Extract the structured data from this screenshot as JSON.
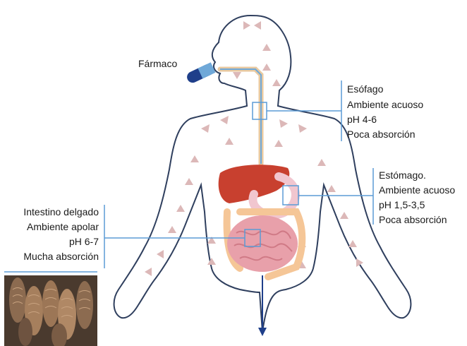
{
  "drug_label": "Fármaco",
  "esophagus": {
    "title": "Esófago",
    "environment": "Ambiente acuoso",
    "ph": "pH 4-6",
    "absorption": "Poca absorción"
  },
  "stomach": {
    "title": "Estómago.",
    "environment": "Ambiente acuoso",
    "ph": "pH 1,5-3,5",
    "absorption": "Poca absorción"
  },
  "intestine": {
    "title": "Intestino delgado",
    "environment": "Ambiente apolar",
    "ph": "pH 6-7",
    "absorption": "Mucha absorción"
  },
  "colors": {
    "outline": "#2f3f5e",
    "callout": "#5b9bd5",
    "arrow": "#d8b4b4",
    "liver": "#c0392b",
    "intestine": "#e8a0aa",
    "capsule": "#1f3f8a"
  }
}
